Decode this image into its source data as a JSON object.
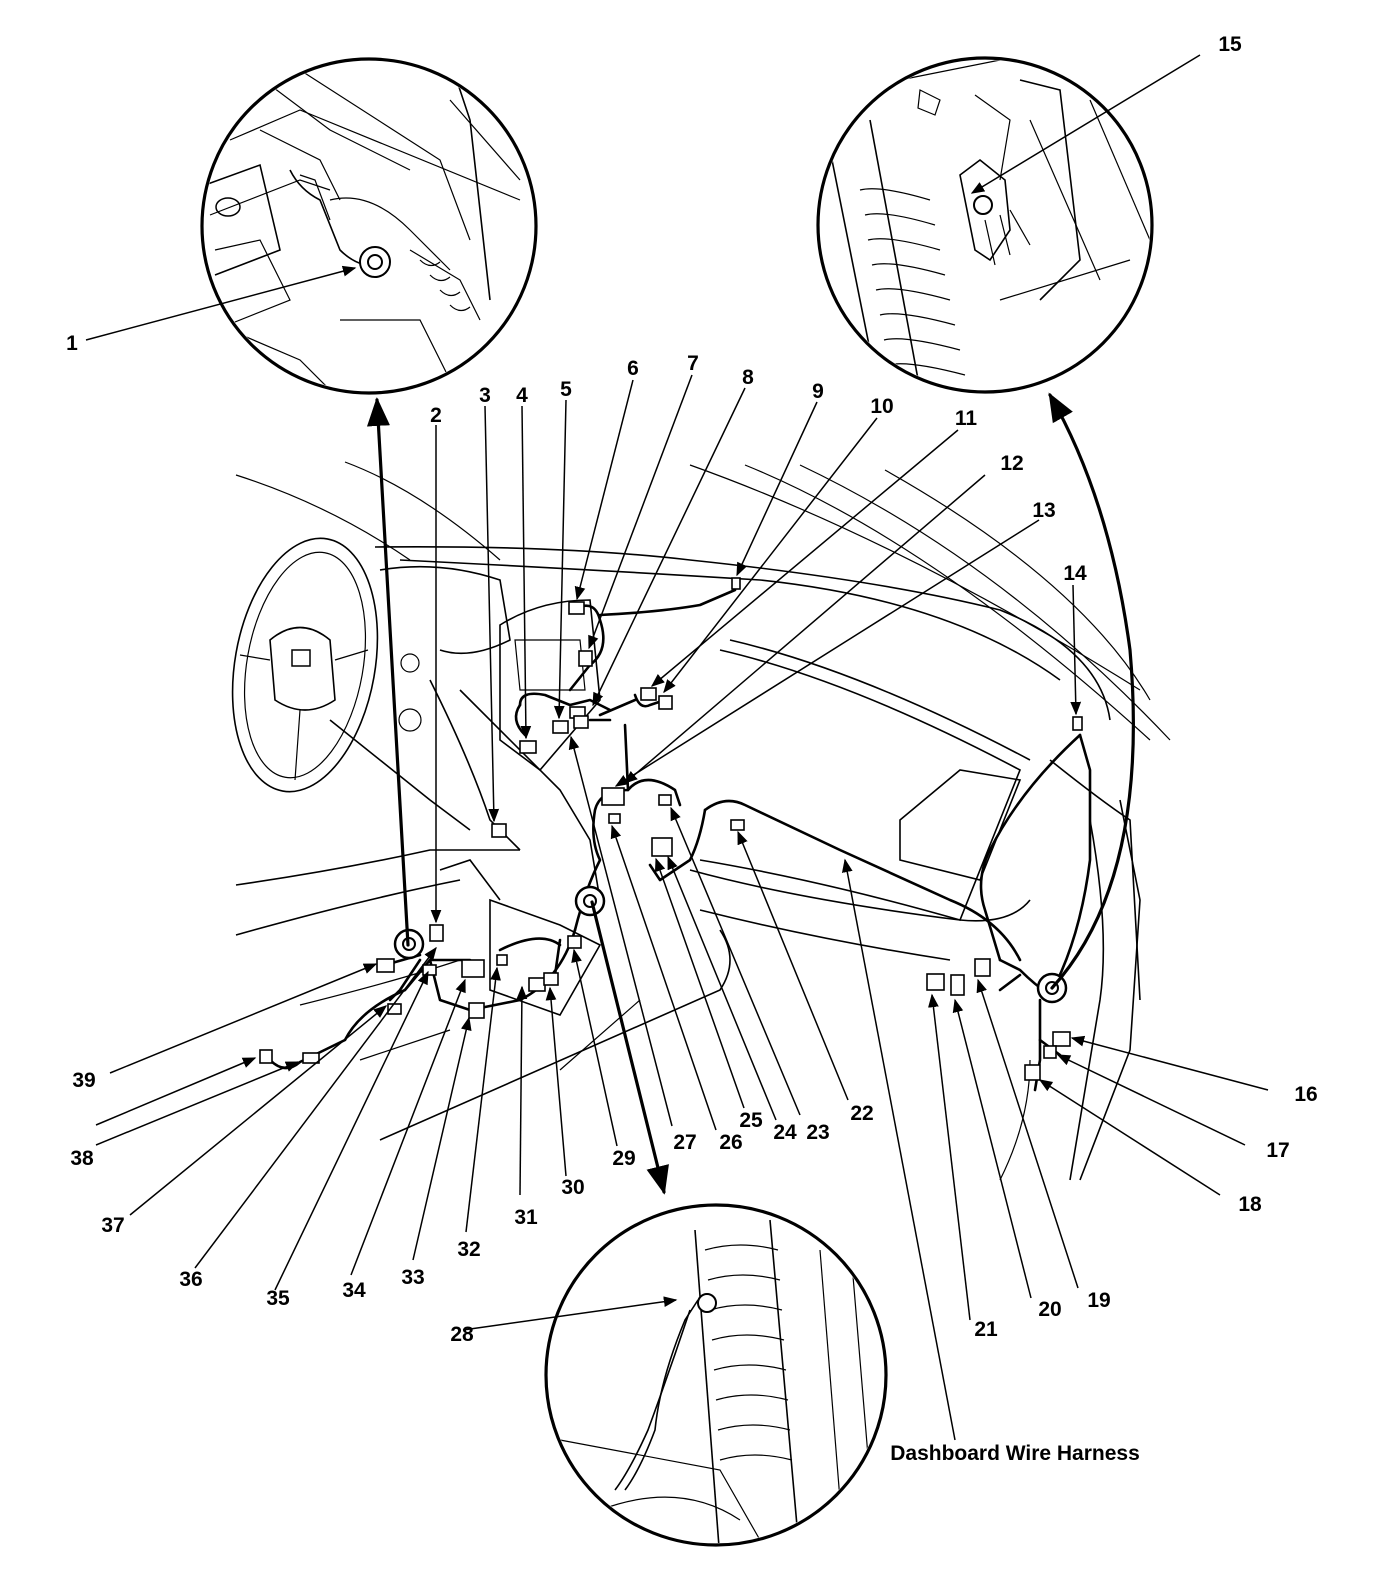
{
  "caption": "Dashboard Wire Harness",
  "callouts": {
    "n1": "1",
    "n2": "2",
    "n3": "3",
    "n4": "4",
    "n5": "5",
    "n6": "6",
    "n7": "7",
    "n8": "8",
    "n9": "9",
    "n10": "10",
    "n11": "11",
    "n12": "12",
    "n13": "13",
    "n14": "14",
    "n15": "15",
    "n16": "16",
    "n17": "17",
    "n18": "18",
    "n19": "19",
    "n20": "20",
    "n21": "21",
    "n22": "22",
    "n23": "23",
    "n24": "24",
    "n25": "25",
    "n26": "26",
    "n27": "27",
    "n28": "28",
    "n29": "29",
    "n30": "30",
    "n31": "31",
    "n32": "32",
    "n33": "33",
    "n34": "34",
    "n35": "35",
    "n36": "36",
    "n37": "37",
    "n38": "38",
    "n39": "39"
  }
}
